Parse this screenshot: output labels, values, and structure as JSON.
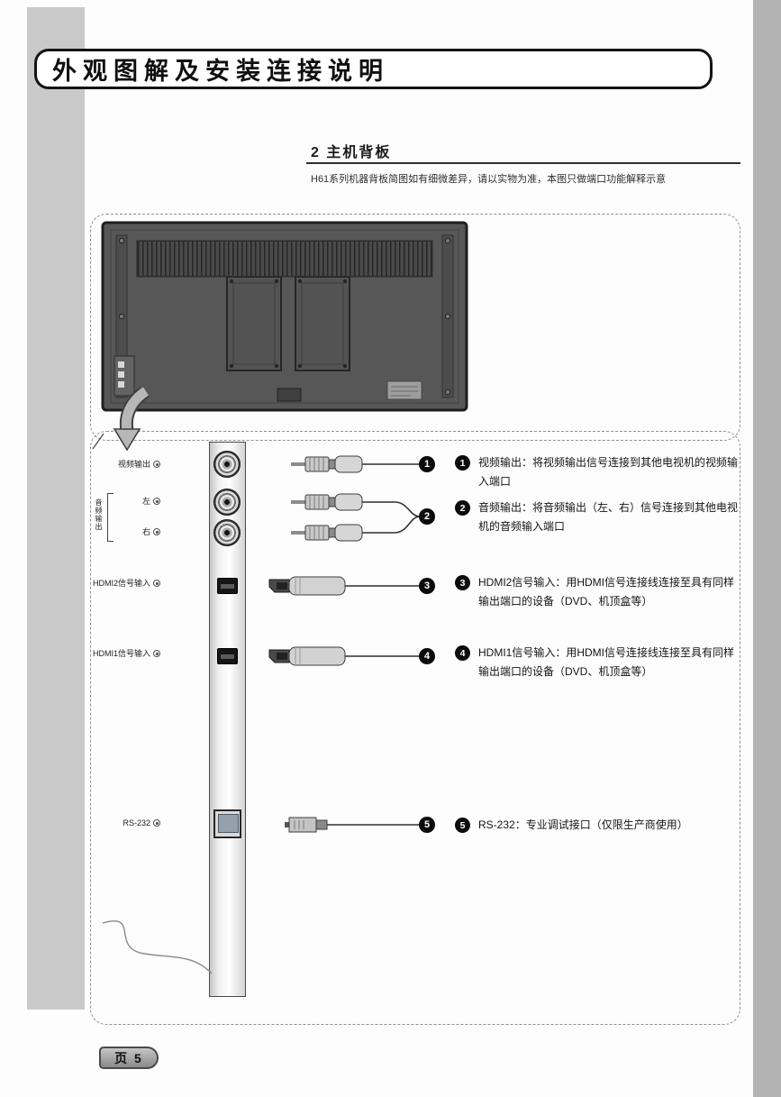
{
  "colors": {
    "margin_strip": "#c9c9c9",
    "right_strip": "#b3b3b3",
    "ink": "#141414"
  },
  "page": {
    "title": "外观图解及安装连接说明",
    "page_number": "页 5"
  },
  "section": {
    "heading": "2 主机背板",
    "note": "H61系列机器背板简图如有细微差异，请以实物为准，本图只做端口功能解释示意"
  },
  "panel": {
    "ports": [
      {
        "label": "视频输出"
      },
      {
        "label": "HDMI2信号输入"
      },
      {
        "label": "HDMI1信号输入"
      },
      {
        "label": "RS-232"
      }
    ],
    "audio": {
      "group_label": "音频输出",
      "left_label": "左",
      "right_label": "右"
    }
  },
  "callouts": [
    {
      "num": "1",
      "text": "视频输出：将视频输出信号连接到其他电视机的视频输入端口"
    },
    {
      "num": "2",
      "text": "音频输出：将音频输出（左、右）信号连接到其他电视机的音频输入端口"
    },
    {
      "num": "3",
      "text": "HDMI2信号输入：用HDMI信号连接线连接至具有同样输出端口的设备（DVD、机顶盒等）"
    },
    {
      "num": "4",
      "text": "HDMI1信号输入：用HDMI信号连接线连接至具有同样输出端口的设备（DVD、机顶盒等）"
    },
    {
      "num": "5",
      "text": "RS-232：专业调试接口（仅限生产商使用）"
    }
  ]
}
